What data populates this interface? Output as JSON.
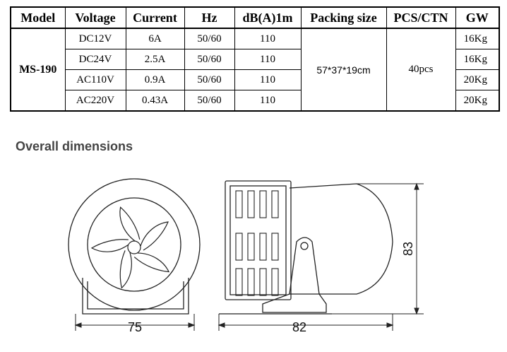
{
  "table": {
    "headers": [
      "Model",
      "Voltage",
      "Current",
      "Hz",
      "dB(A)1m",
      "Packing size",
      "PCS/CTN",
      "GW"
    ],
    "model": "MS-190",
    "packing_size": "57*37*19cm",
    "pcs_ctn": "40pcs",
    "rows": [
      {
        "voltage": "DC12V",
        "current": "6A",
        "hz": "50/60",
        "db": "110",
        "gw": "16Kg"
      },
      {
        "voltage": "DC24V",
        "current": "2.5A",
        "hz": "50/60",
        "db": "110",
        "gw": "16Kg"
      },
      {
        "voltage": "AC110V",
        "current": "0.9A",
        "hz": "50/60",
        "db": "110",
        "gw": "20Kg"
      },
      {
        "voltage": "AC220V",
        "current": "0.43A",
        "hz": "50/60",
        "db": "110",
        "gw": "20Kg"
      }
    ]
  },
  "dimensions": {
    "title": "Overall dimensions",
    "front_width": "75",
    "side_width": "82",
    "height": "83"
  }
}
